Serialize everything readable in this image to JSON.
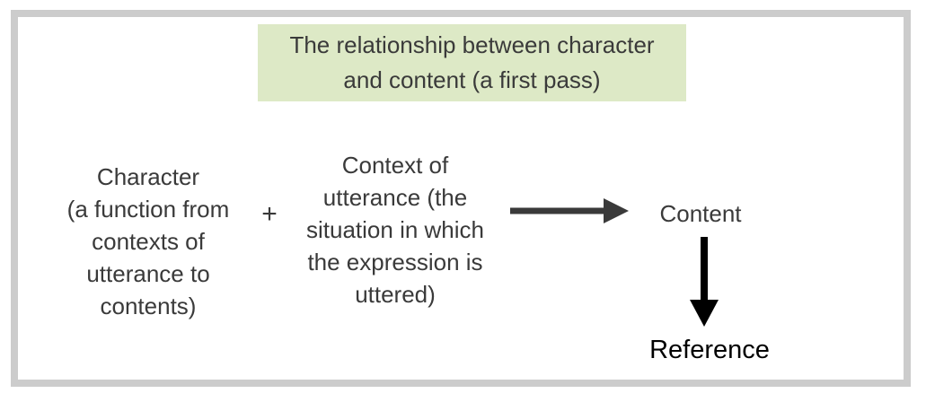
{
  "frame": {
    "border_color": "#cccccc"
  },
  "title_box": {
    "text": "The relationship between character\nand content (a first pass)",
    "bg_color": "#dde9c6",
    "text_color": "#3a3a3a"
  },
  "nodes": {
    "character": "Character\n(a function from\ncontexts of\nutterance to\ncontents)",
    "plus": "+",
    "context": "Context of\nutterance (the\nsituation in which\nthe expression is\nuttered)",
    "content": "Content",
    "reference": "Reference"
  },
  "arrows": {
    "right_arrow_color": "#3a3a3a",
    "down_arrow_color": "#000000"
  }
}
